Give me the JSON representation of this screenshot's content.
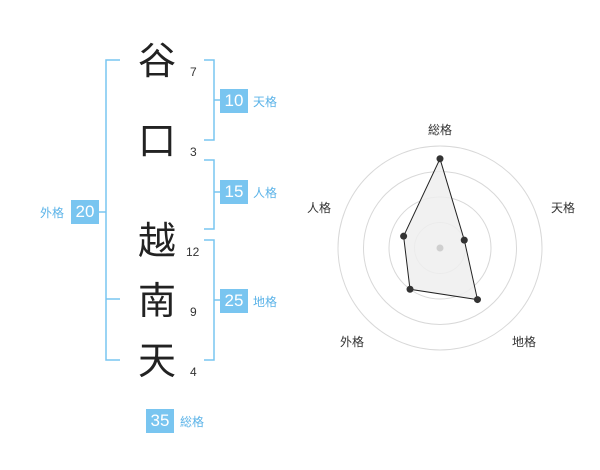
{
  "name": {
    "chars": [
      {
        "char": "谷",
        "strokes": "7"
      },
      {
        "char": "口",
        "strokes": "3"
      },
      {
        "char": "越",
        "strokes": "12"
      },
      {
        "char": "南",
        "strokes": "9"
      },
      {
        "char": "天",
        "strokes": "4"
      }
    ]
  },
  "scores": {
    "tenkaku": {
      "label": "天格",
      "value": "10"
    },
    "jinkaku": {
      "label": "人格",
      "value": "15"
    },
    "chikaku": {
      "label": "地格",
      "value": "25"
    },
    "gaikaku": {
      "label": "外格",
      "value": "20"
    },
    "soukaku": {
      "label": "総格",
      "value": "35"
    }
  },
  "colors": {
    "accent": "#79c5f0",
    "accent_text": "#5bb3e8",
    "radar_fill": "#efefef",
    "radar_line": "#222222"
  },
  "chart_data": {
    "type": "radar",
    "axes": [
      "総格",
      "天格",
      "地格",
      "外格",
      "人格"
    ],
    "values": [
      35,
      10,
      25,
      20,
      15
    ],
    "rings": 4,
    "range": [
      0,
      40
    ],
    "grid": true
  }
}
